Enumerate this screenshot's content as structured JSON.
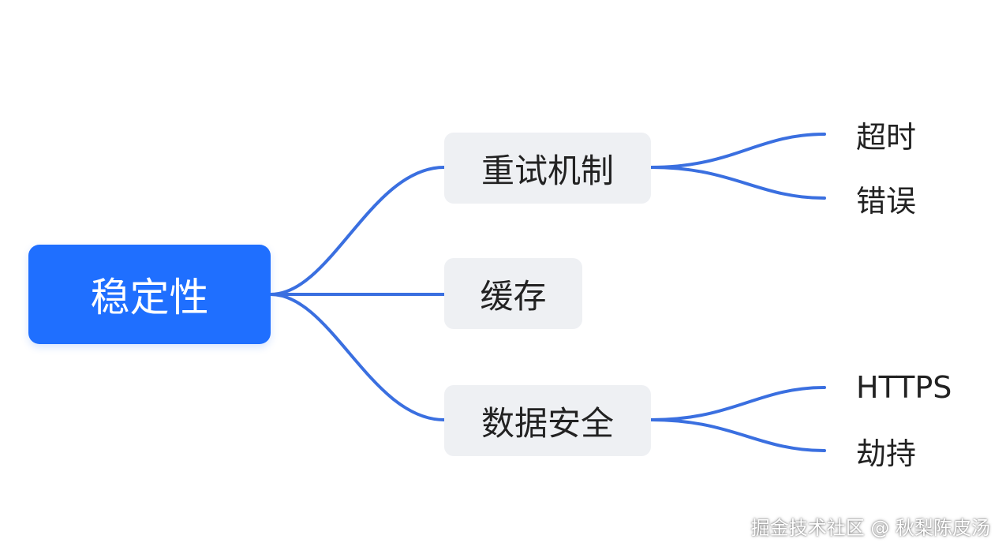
{
  "mindmap": {
    "root": {
      "label": "稳定性"
    },
    "branches": [
      {
        "label": "重试机制",
        "children": [
          "超时",
          "错误"
        ]
      },
      {
        "label": "缓存",
        "children": []
      },
      {
        "label": "数据安全",
        "children": [
          "HTTPS",
          "劫持"
        ]
      }
    ]
  },
  "footer": {
    "credit": "掘金技术社区 @ 秋梨陈皮汤"
  },
  "colors": {
    "root_fill": "#1f6fff",
    "branch_fill": "#eef0f3",
    "connector": "#3a6fe0",
    "text": "#222222"
  }
}
